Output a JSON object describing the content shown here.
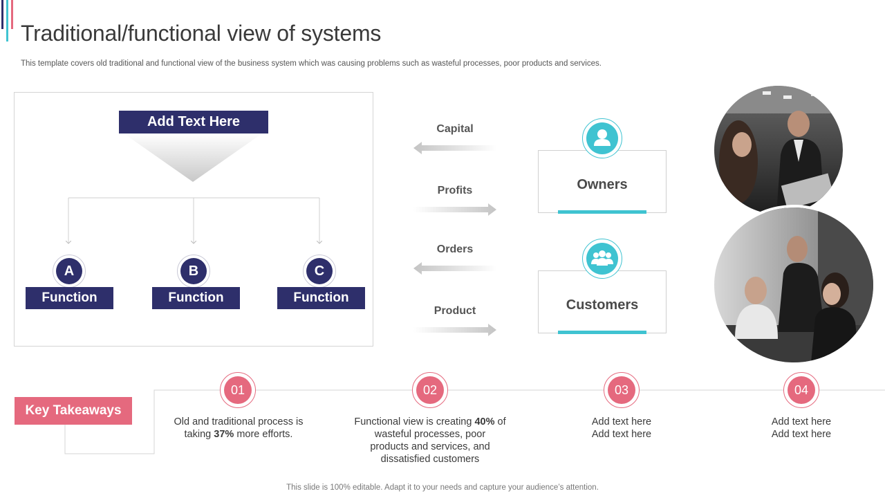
{
  "page": {
    "title": "Traditional/functional view of systems",
    "subtitle": "This template covers old traditional and functional view of the business system which was causing problems such as wasteful processes, poor products and services.",
    "footer": "This slide is 100% editable. Adapt it to your needs and capture your audience’s attention."
  },
  "diagram": {
    "head": "Add Text Here",
    "nodes": [
      {
        "letter": "A",
        "label": "Function"
      },
      {
        "letter": "B",
        "label": "Function"
      },
      {
        "letter": "C",
        "label": "Function"
      }
    ]
  },
  "flows": [
    {
      "label": "Capital",
      "direction": "left"
    },
    {
      "label": "Profits",
      "direction": "right"
    },
    {
      "label": "Orders",
      "direction": "left"
    },
    {
      "label": "Product",
      "direction": "right"
    }
  ],
  "entities": [
    {
      "label": "Owners",
      "icon": "user-icon"
    },
    {
      "label": "Customers",
      "icon": "users-group-icon"
    }
  ],
  "takeaways": {
    "label": "Key Takeaways",
    "items": [
      {
        "num": "01",
        "pre": "Old and traditional process is taking ",
        "bold": "37%",
        "post": " more efforts."
      },
      {
        "num": "02",
        "pre": "Functional view is creating ",
        "bold": "40%",
        "post": " of wasteful processes, poor products and services, and dissatisfied customers"
      },
      {
        "num": "03",
        "line1": "Add text here",
        "line2": "Add text here"
      },
      {
        "num": "04",
        "line1": "Add text here",
        "line2": "Add text here"
      }
    ]
  },
  "colors": {
    "navy": "#2e2f6b",
    "teal": "#3fc3d1",
    "pink": "#e5697e"
  }
}
